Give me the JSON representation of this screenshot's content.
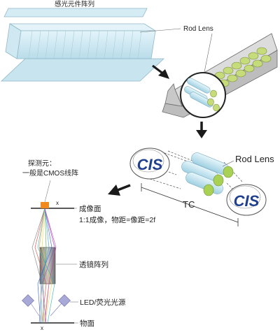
{
  "labels": {
    "sensor_array": "感光元件阵列",
    "rod_lens_top": "Rod Lens",
    "rod_lens_mid": "Rod Lens",
    "tc": "TC",
    "cis_left": "CIS",
    "cis_right": "CIS",
    "detector_line1": "探测元：",
    "detector_line2": "一般是CMOS线阵",
    "x_top": "x",
    "x_bottom": "x",
    "image_plane": "成像面",
    "magnification": "1:1成像，物距=像距=2f",
    "lens_array": "透镜阵列",
    "light_source": "LED/荧光光源",
    "object_plane": "物面"
  },
  "colors": {
    "glass": "#cfe9f3",
    "glass_edge": "#8fb8c8",
    "rod_green": "#c6dc7a",
    "rod_blue": "#bfe3ee",
    "cis_blue": "#1f3f8f",
    "sensor_orange": "#ee8a1e",
    "arrow": "#1a1a1a"
  }
}
